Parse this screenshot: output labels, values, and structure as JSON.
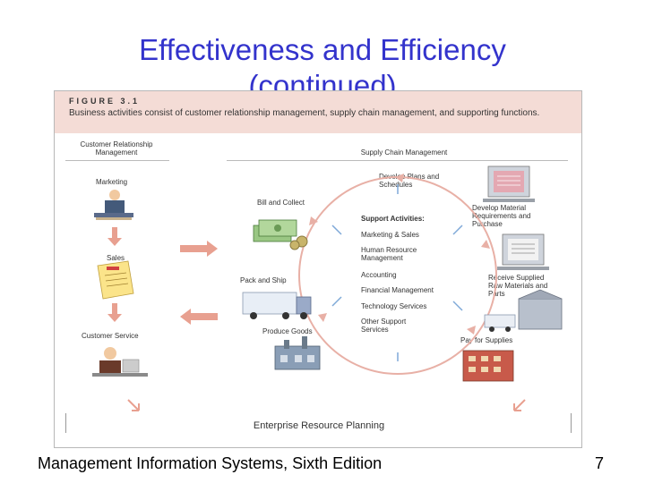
{
  "slide": {
    "title_line1": "Effectiveness and Efficiency",
    "title_line2": "(continued)",
    "footer_left": "Management Information Systems, Sixth Edition",
    "page_number": "7"
  },
  "figure": {
    "label": "FIGURE 3.1",
    "caption": "Business activities consist of customer relationship management, supply chain management, and supporting functions.",
    "crm": {
      "header": "Customer Relationship Management",
      "marketing": "Marketing",
      "sales": "Sales",
      "customer_service": "Customer Service"
    },
    "scm": {
      "header": "Supply Chain Management",
      "develop_plans": "Develop Plans and Schedules",
      "develop_material": "Develop Material Requirements and Purchase",
      "receive_supplies": "Receive Supplied Raw Materials and Parts",
      "pay_for_supplies": "Pay for Supplies",
      "produce_goods": "Produce Goods",
      "pack_and_ship": "Pack and Ship",
      "bill_and_collect": "Bill and Collect"
    },
    "support": {
      "title": "Support Activities:",
      "items": [
        "Marketing & Sales",
        "Human Resource Management",
        "Accounting",
        "Financial Management",
        "Technology Services",
        "Other Support Services"
      ]
    },
    "erp": "Enterprise Resource Planning"
  },
  "colors": {
    "title": "#3333cc",
    "arrow": "#e8a090",
    "caption_band": "#f4dcd6"
  }
}
